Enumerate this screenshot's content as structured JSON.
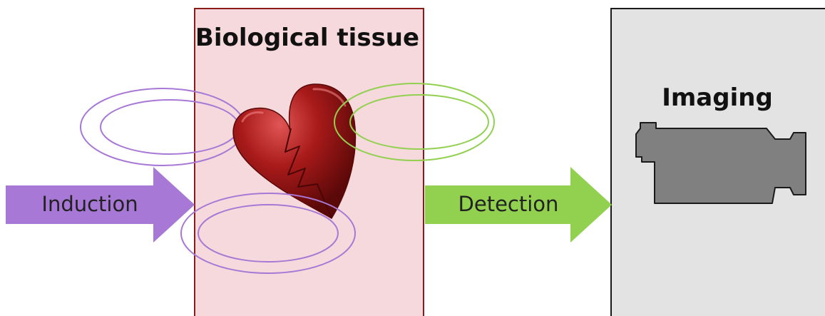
{
  "tissue": {
    "title": "Biological tissue"
  },
  "imaging": {
    "title": "Imaging"
  },
  "arrows": {
    "induction": "Induction",
    "detection": "Detection"
  },
  "colors": {
    "tissue_fill": "#f5d9dc",
    "tissue_border": "#8b1a1a",
    "imaging_fill": "#e3e3e3",
    "imaging_border": "#1a1a1a",
    "induction_arrow": "#a878d6",
    "detection_arrow": "#92d050",
    "induction_ring": "#a878d6",
    "detection_ring": "#92d050",
    "heart": "#a01818",
    "camera": "#808080"
  },
  "icons": {
    "heart": "broken-heart-icon",
    "camera": "video-camera-icon"
  }
}
